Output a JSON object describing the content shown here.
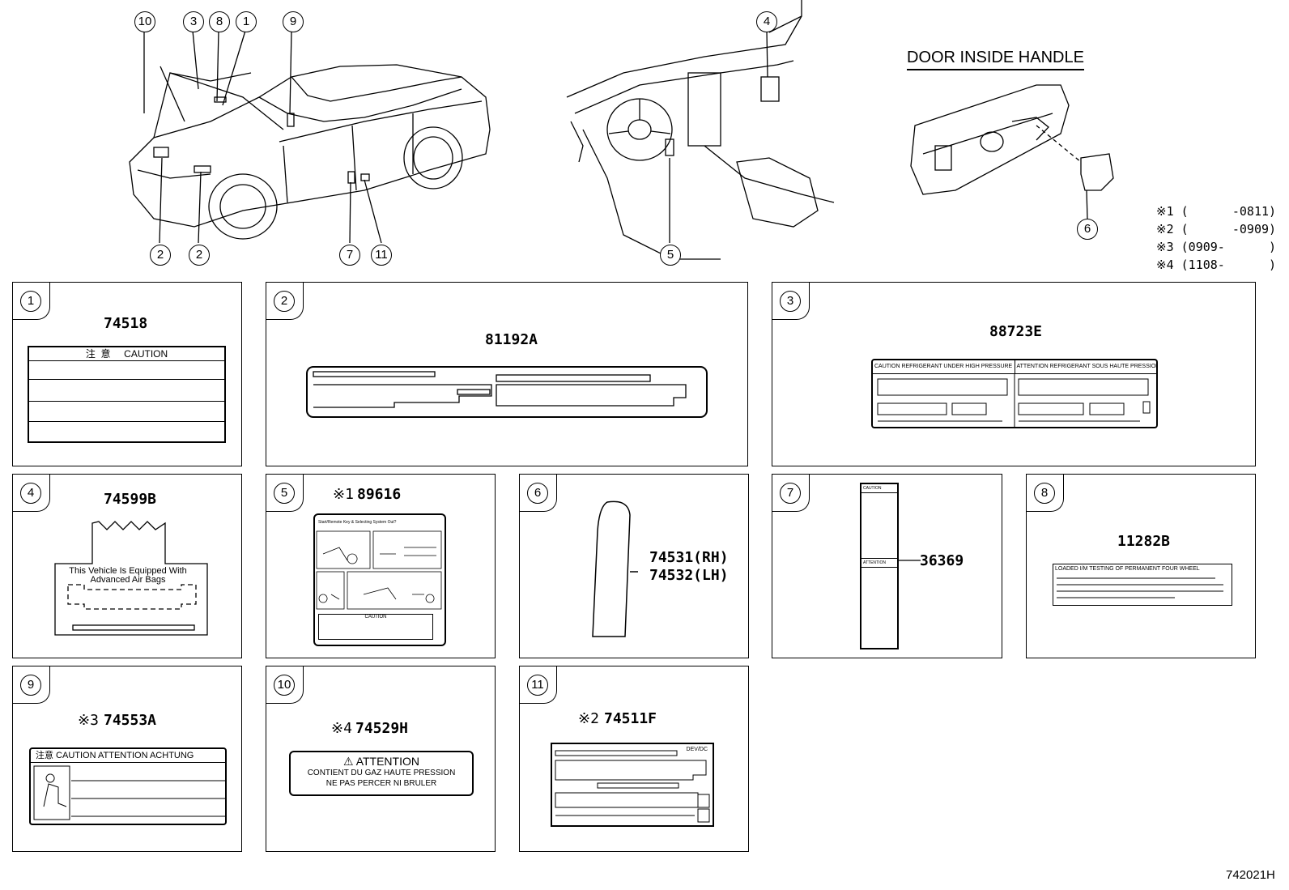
{
  "header": {
    "door_handle_title": "DOOR INSIDE HANDLE"
  },
  "callouts": [
    "10",
    "3",
    "8",
    "1",
    "9",
    "4",
    "2",
    "2",
    "7",
    "11",
    "5",
    "6"
  ],
  "footnotes": [
    "※1 (      -0811)",
    "※2 (      -0909)",
    "※3 (0909-      )",
    "※4 (1108-      )"
  ],
  "panels": [
    {
      "num": "1",
      "part": "74518",
      "label_text": "注  意     CAUTION"
    },
    {
      "num": "2",
      "part": "81192A"
    },
    {
      "num": "3",
      "part": "88723E",
      "label_text_left": "CAUTION  REFRIGERANT UNDER HIGH PRESSURE",
      "label_text_right": "ATTENTION  REFRIGERANT SOUS HAUTE PRESSION"
    },
    {
      "num": "4",
      "part": "74599B",
      "label_line1": "This Vehicle Is Equipped With",
      "label_line2": "Advanced  Air  Bags"
    },
    {
      "num": "5",
      "note": "※1",
      "part": "89616",
      "label_top": "Start/Remote Key & Selecting System Out?",
      "label_caution": "CAUTION"
    },
    {
      "num": "6",
      "part_rh": "74531(RH)",
      "part_lh": "74532(LH)"
    },
    {
      "num": "7",
      "part": "36369",
      "label_top": "CAUTION",
      "label_mid": "ATTENTION"
    },
    {
      "num": "8",
      "part": "11282B",
      "label_text": "LOADED I/M TESTING OF PERMANENT FOUR WHEEL"
    },
    {
      "num": "9",
      "note": "※3",
      "part": "74553A",
      "label_text": "注意 CAUTION ATTENTION ACHTUNG"
    },
    {
      "num": "10",
      "note": "※4",
      "part": "74529H",
      "label_title": "ATTENTION",
      "label_line1": "CONTIENT DU GAZ HAUTE PRESSION",
      "label_line2": "NE PAS PERCER NI BRULER"
    },
    {
      "num": "11",
      "note": "※2",
      "part": "74511F",
      "label_tag": "DEV/DC"
    }
  ],
  "diagram_code": "742021H"
}
